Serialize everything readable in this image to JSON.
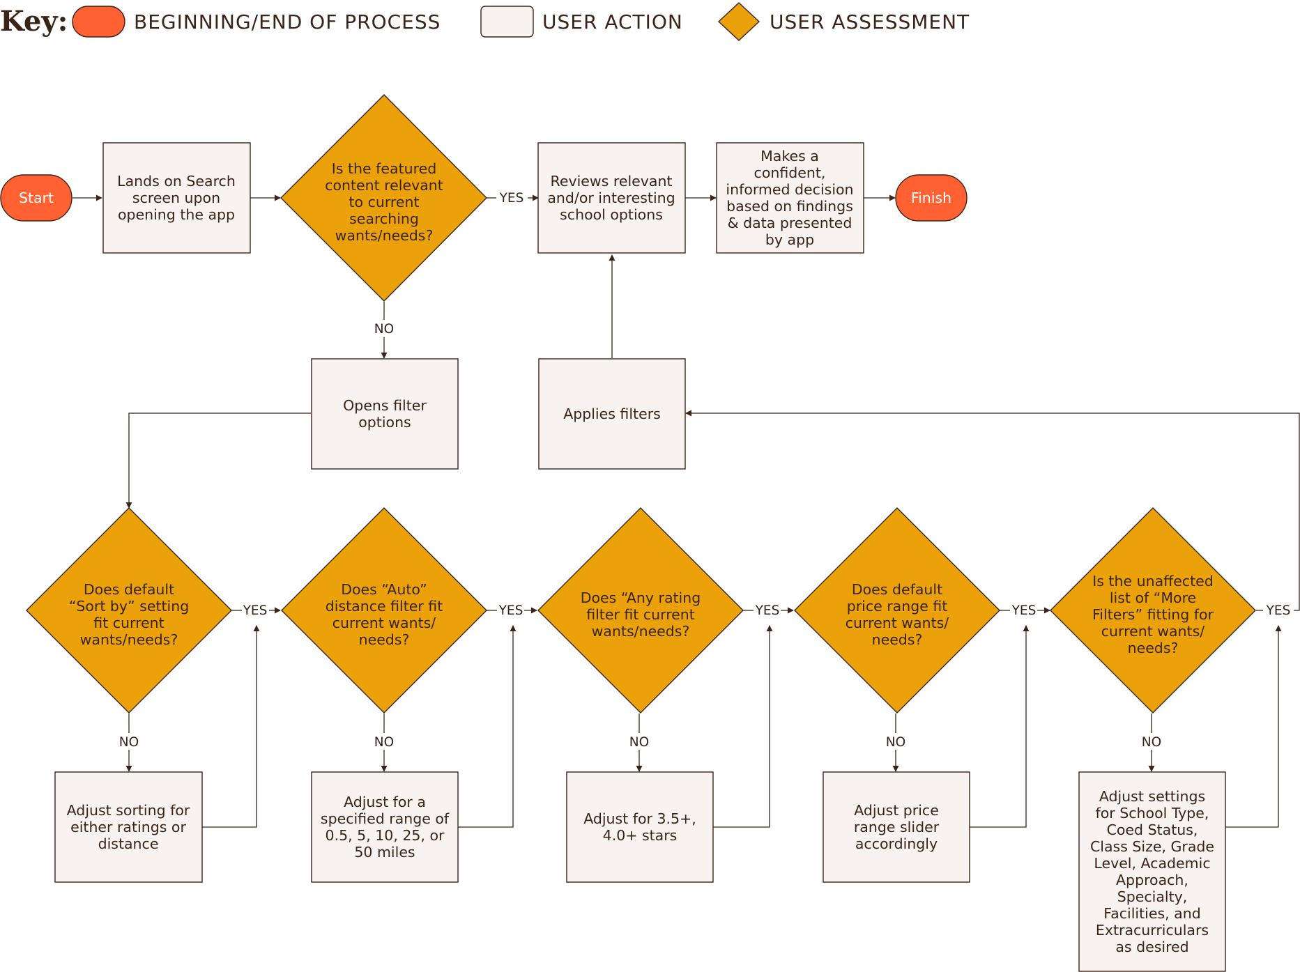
{
  "key": {
    "title": "Key:",
    "items": [
      {
        "label": "BEGINNING/END OF PROCESS"
      },
      {
        "label": "USER ACTION"
      },
      {
        "label": "USER ASSESSMENT"
      }
    ]
  },
  "colors": {
    "terminal": "#ff6133",
    "action": "#f8f3f0",
    "assessment": "#eba20a",
    "ink": "#3a2418"
  },
  "nodes": {
    "start": {
      "text": [
        "Start"
      ]
    },
    "lands": {
      "text": [
        "Lands on Search",
        "screen upon",
        "opening the app"
      ]
    },
    "featured": {
      "text": [
        "Is the featured",
        "content relevant",
        "to current",
        "searching",
        "wants/needs?"
      ]
    },
    "reviews": {
      "text": [
        "Reviews relevant",
        "and/or interesting",
        "school options"
      ]
    },
    "decision": {
      "text": [
        "Makes a",
        "confident,",
        "informed decision",
        "based on findings",
        "& data presented",
        "by app"
      ]
    },
    "finish": {
      "text": [
        "Finish"
      ]
    },
    "opens_filter": {
      "text": [
        "Opens filter",
        "options"
      ]
    },
    "applies_filters": {
      "text": [
        "Applies filters"
      ]
    },
    "sortby": {
      "text": [
        "Does default",
        "“Sort by” setting",
        "fit current",
        "wants/needs?"
      ]
    },
    "distance": {
      "text": [
        "Does “Auto”",
        "distance filter fit",
        "current wants/",
        "needs?"
      ]
    },
    "rating": {
      "text": [
        "Does “Any rating",
        "filter fit current",
        "wants/needs?"
      ]
    },
    "price": {
      "text": [
        "Does default",
        "price range fit",
        "current wants/",
        "needs?"
      ]
    },
    "more_filters": {
      "text": [
        "Is the unaffected",
        "list of “More",
        "Filters” fitting for",
        "current wants/",
        "needs?"
      ]
    },
    "adj_sort": {
      "text": [
        "Adjust sorting for",
        "either ratings or",
        "distance"
      ]
    },
    "adj_distance": {
      "text": [
        "Adjust for a",
        "specified range of",
        "0.5, 5, 10, 25, or",
        "50 miles"
      ]
    },
    "adj_rating": {
      "text": [
        "Adjust for 3.5+,",
        "4.0+ stars"
      ]
    },
    "adj_price": {
      "text": [
        "Adjust price",
        "range slider",
        "accordingly"
      ]
    },
    "adj_more": {
      "text": [
        "Adjust settings",
        "for School Type,",
        "Coed Status,",
        "Class Size, Grade",
        "Level, Academic",
        "Approach,",
        "Specialty,",
        "Facilities, and",
        "Extracurriculars",
        "as desired"
      ]
    }
  },
  "edge_labels": {
    "yes": "YES",
    "no": "NO"
  }
}
